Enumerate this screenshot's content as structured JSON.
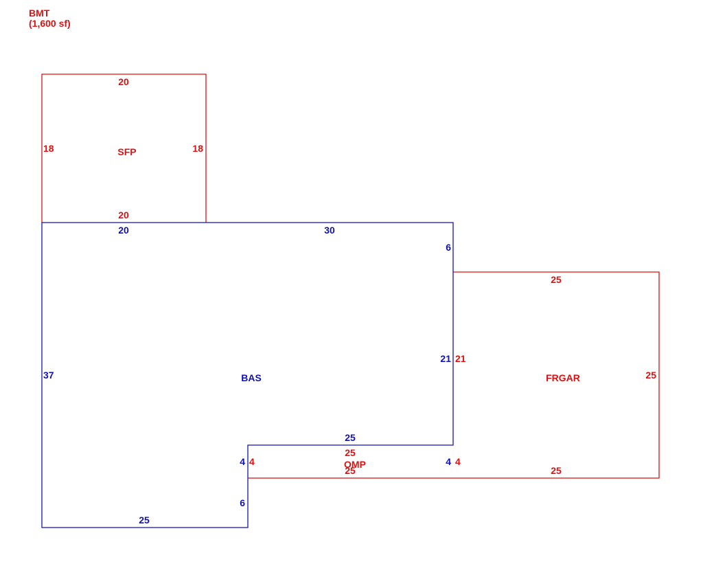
{
  "header": {
    "area_code": "BMT",
    "area_size": "(1,600 sf)"
  },
  "colors": {
    "red": "#dd1111",
    "blue": "#1111bb"
  },
  "areas": {
    "sfp": {
      "name": "SFP",
      "top": "20",
      "bottom": "20",
      "left": "18",
      "right": "18"
    },
    "bas": {
      "name": "BAS",
      "top_left": "20",
      "top_right": "30",
      "notch": "6",
      "right": "21",
      "left": "37",
      "bottom": "25",
      "inner_top": "25",
      "inner_left": "4",
      "inner_right": "4",
      "lower_right": "6"
    },
    "omp": {
      "name": "OMP",
      "top": "25",
      "bottom": "25",
      "left": "4",
      "right": "4"
    },
    "frgar": {
      "name": "FRGAR",
      "top": "25",
      "bottom": "25",
      "left": "21",
      "right": "25"
    }
  }
}
